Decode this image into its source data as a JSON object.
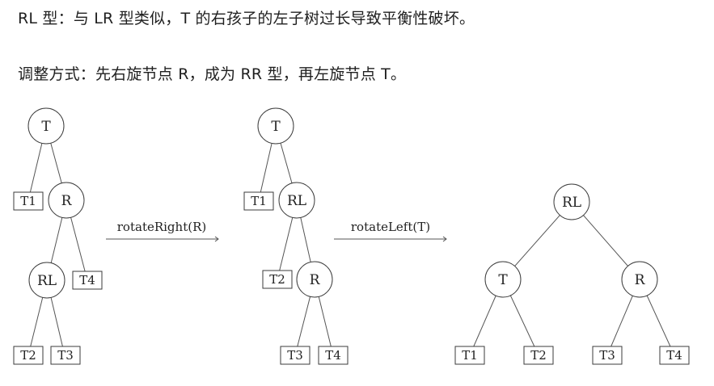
{
  "text": {
    "line1": "RL 型：与 LR 型类似，T 的右孩子的左子树过长导致平衡性破坏。",
    "line2": "调整方式：先右旋节点 R，成为 RR 型，再左旋节点 T。"
  },
  "diagram1": {
    "root": "T",
    "right_child": "R",
    "right_left_child": "RL",
    "leaves": [
      "T1",
      "T4",
      "T2",
      "T3"
    ]
  },
  "arrow1": {
    "label": "rotateRight(R)"
  },
  "diagram2": {
    "root": "T",
    "right_child": "RL",
    "right_right_child": "R",
    "leaves": [
      "T1",
      "T2",
      "T3",
      "T4"
    ]
  },
  "arrow2": {
    "label": "rotateLeft(T)"
  },
  "diagram3": {
    "root": "RL",
    "left_child": "T",
    "right_child": "R",
    "leaves": [
      "T1",
      "T2",
      "T3",
      "T4"
    ]
  }
}
